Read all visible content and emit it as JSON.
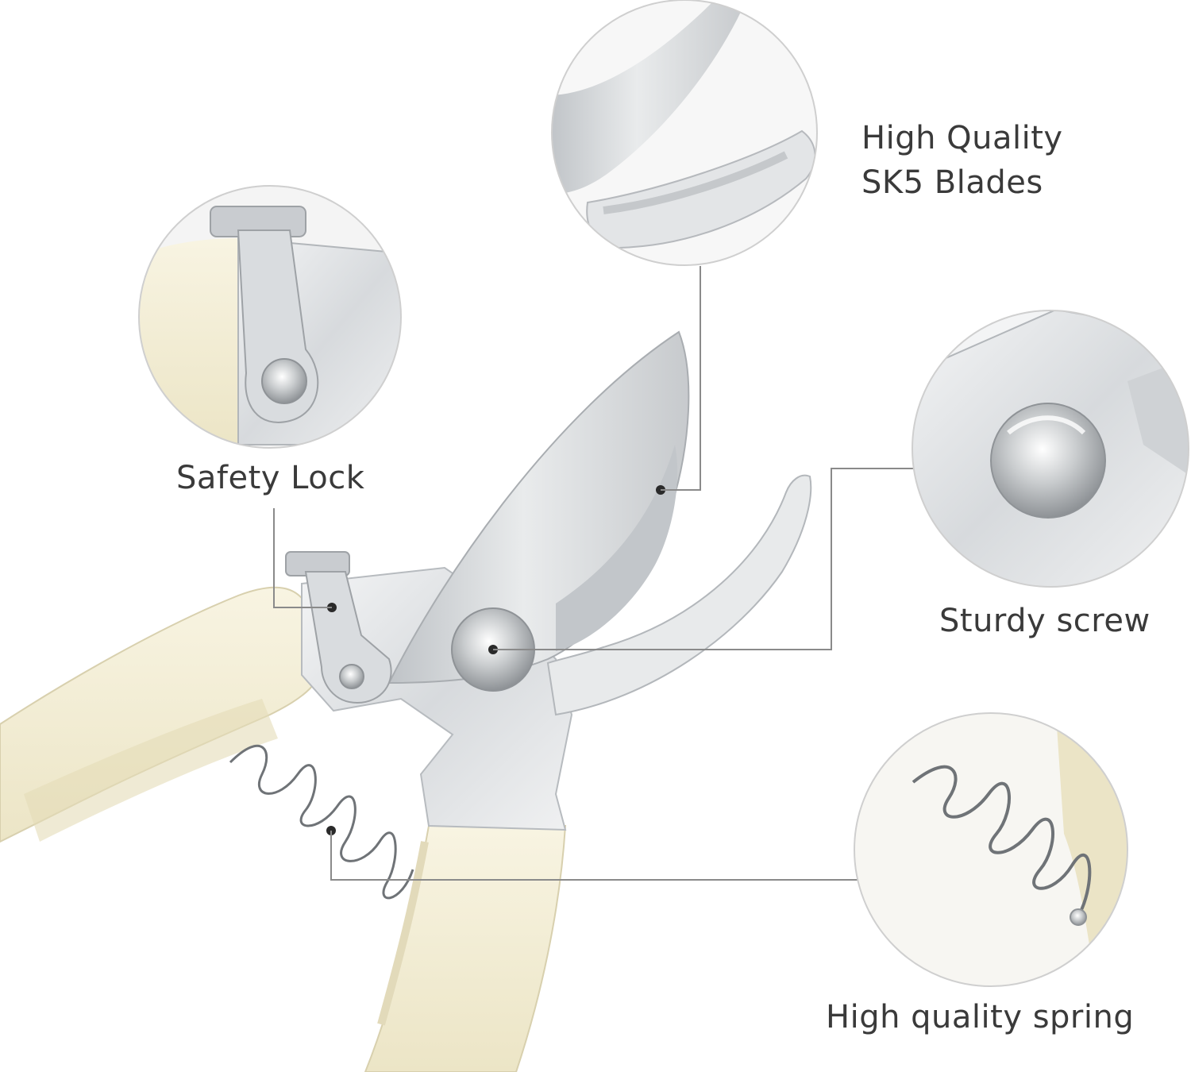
{
  "product": {
    "image_description": "Bypass pruning shears with cream handles and stainless steel blades, with zoomed detail circles",
    "colors": {
      "background": "#ffffff",
      "handle": "#f3eed6",
      "steel": "#dfe2e5",
      "leader_line": "#8a8a8a",
      "label_text": "#3a3a3a"
    }
  },
  "callouts": {
    "blades": "High Quality\nSK5 Blades",
    "blades_line1": "High Quality",
    "blades_line2": "SK5 Blades",
    "safety_lock": "Safety Lock",
    "screw": "Sturdy screw",
    "spring": "High quality spring"
  },
  "icons": {
    "blade_zoom": "blade-detail-icon",
    "lock_zoom": "safety-lock-detail-icon",
    "screw_zoom": "screw-detail-icon",
    "spring_zoom": "spring-detail-icon"
  }
}
